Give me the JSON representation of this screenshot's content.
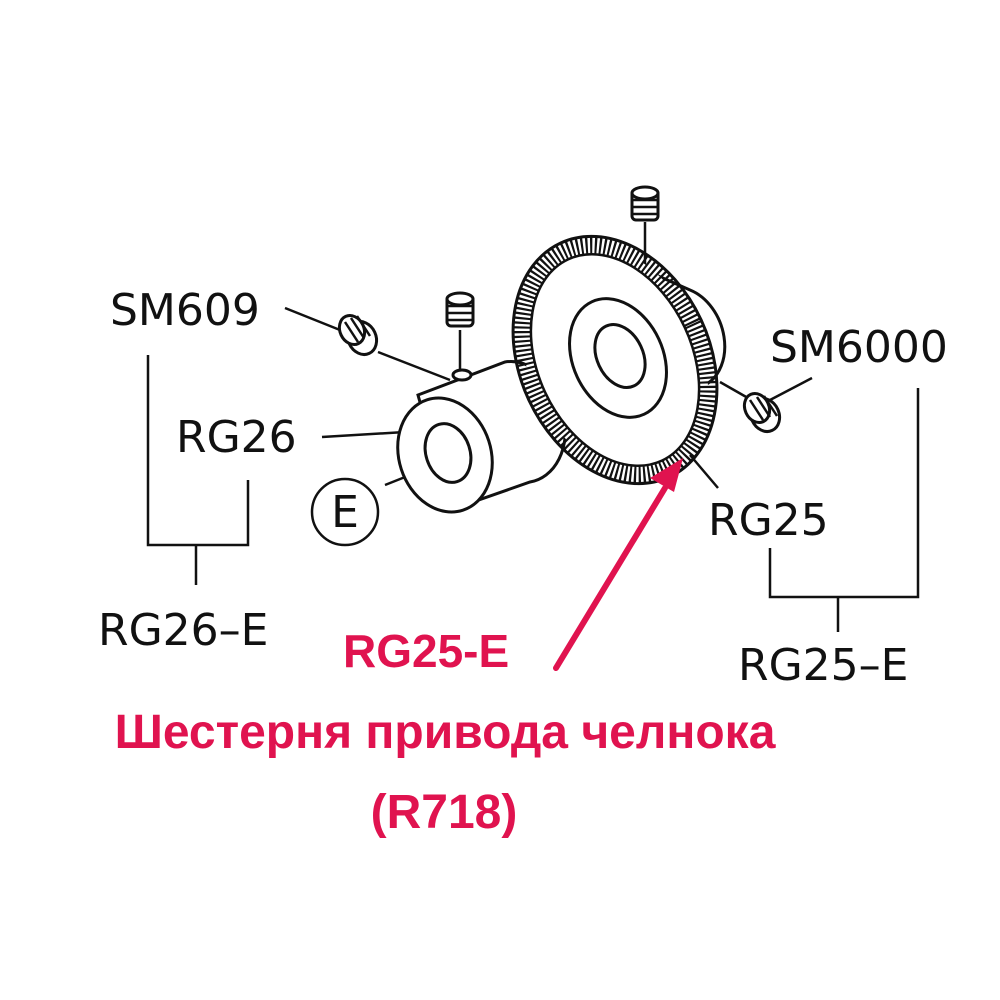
{
  "labels": {
    "sm609": "SM609",
    "rg26": "RG26",
    "e_mark": "E",
    "rg26_e": "RG26–E",
    "sm6000": "SM6000",
    "rg25": "RG25",
    "rg25_e": "RG25–E"
  },
  "highlight": {
    "code": "RG25-E",
    "name": "Шестерня привода челнока",
    "model": "(R718)",
    "color": "#e0134f"
  }
}
